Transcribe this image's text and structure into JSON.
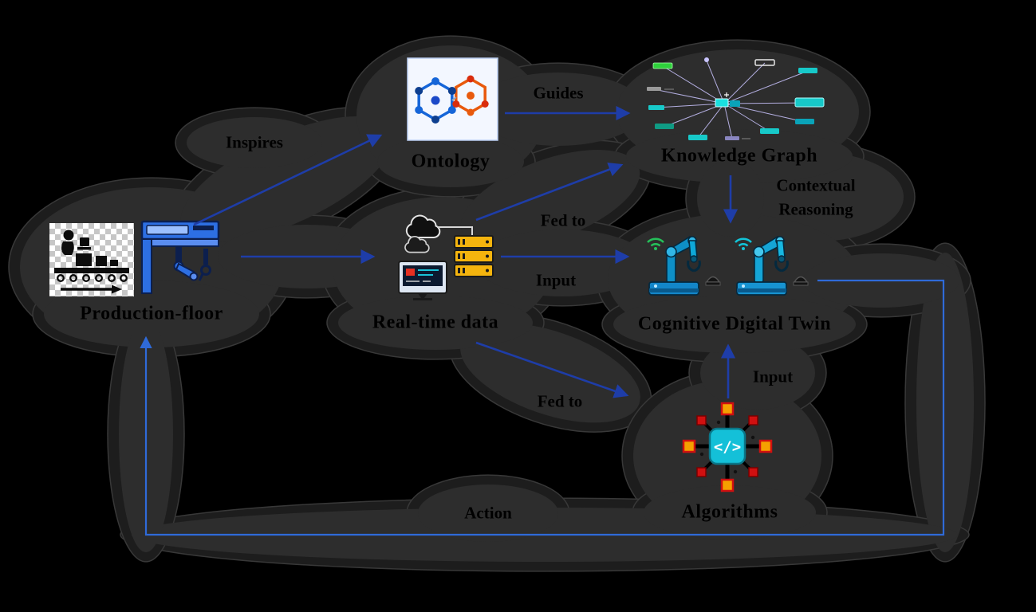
{
  "figure": {
    "nodes": {
      "production_floor": {
        "label": "Production-floor"
      },
      "ontology": {
        "label": "Ontology"
      },
      "knowledge_graph": {
        "label": "Knowledge Graph"
      },
      "real_time_data": {
        "label": "Real-time data"
      },
      "cognitive_digital_twin": {
        "label": "Cognitive Digital Twin"
      },
      "algorithms": {
        "label": "Algorithms"
      }
    },
    "edges": {
      "inspires": {
        "label": "Inspires",
        "from": "production_floor",
        "to": "ontology"
      },
      "guides": {
        "label": "Guides",
        "from": "ontology",
        "to": "knowledge_graph"
      },
      "fed_to_knowledge_graph": {
        "label": "Fed to",
        "from": "real_time_data",
        "to": "knowledge_graph"
      },
      "input_to_cognitive_digital_twin": {
        "label": "Input",
        "from": "real_time_data",
        "to": "cognitive_digital_twin"
      },
      "contextual_reasoning": {
        "label": "Contextual Reasoning",
        "from": "knowledge_graph",
        "to": "cognitive_digital_twin"
      },
      "fed_to_algorithms": {
        "label": "Fed to",
        "from": "real_time_data",
        "to": "algorithms"
      },
      "input_from_algorithms": {
        "label": "Input",
        "from": "algorithms",
        "to": "cognitive_digital_twin"
      },
      "action_loop": {
        "label": "Action",
        "from": "cognitive_digital_twin",
        "to": "production_floor"
      },
      "production_to_data": {
        "label": "",
        "from": "production_floor",
        "to": "real_time_data"
      }
    },
    "icons": {
      "algorithms_glyph": "</>"
    },
    "colors": {
      "arrow": "#1e3da8",
      "loop": "#2f6ad8",
      "label_text": "#000000",
      "blob": "#2d2d2d",
      "blob_outer": "#1d1d1d",
      "background": "#000000"
    }
  }
}
